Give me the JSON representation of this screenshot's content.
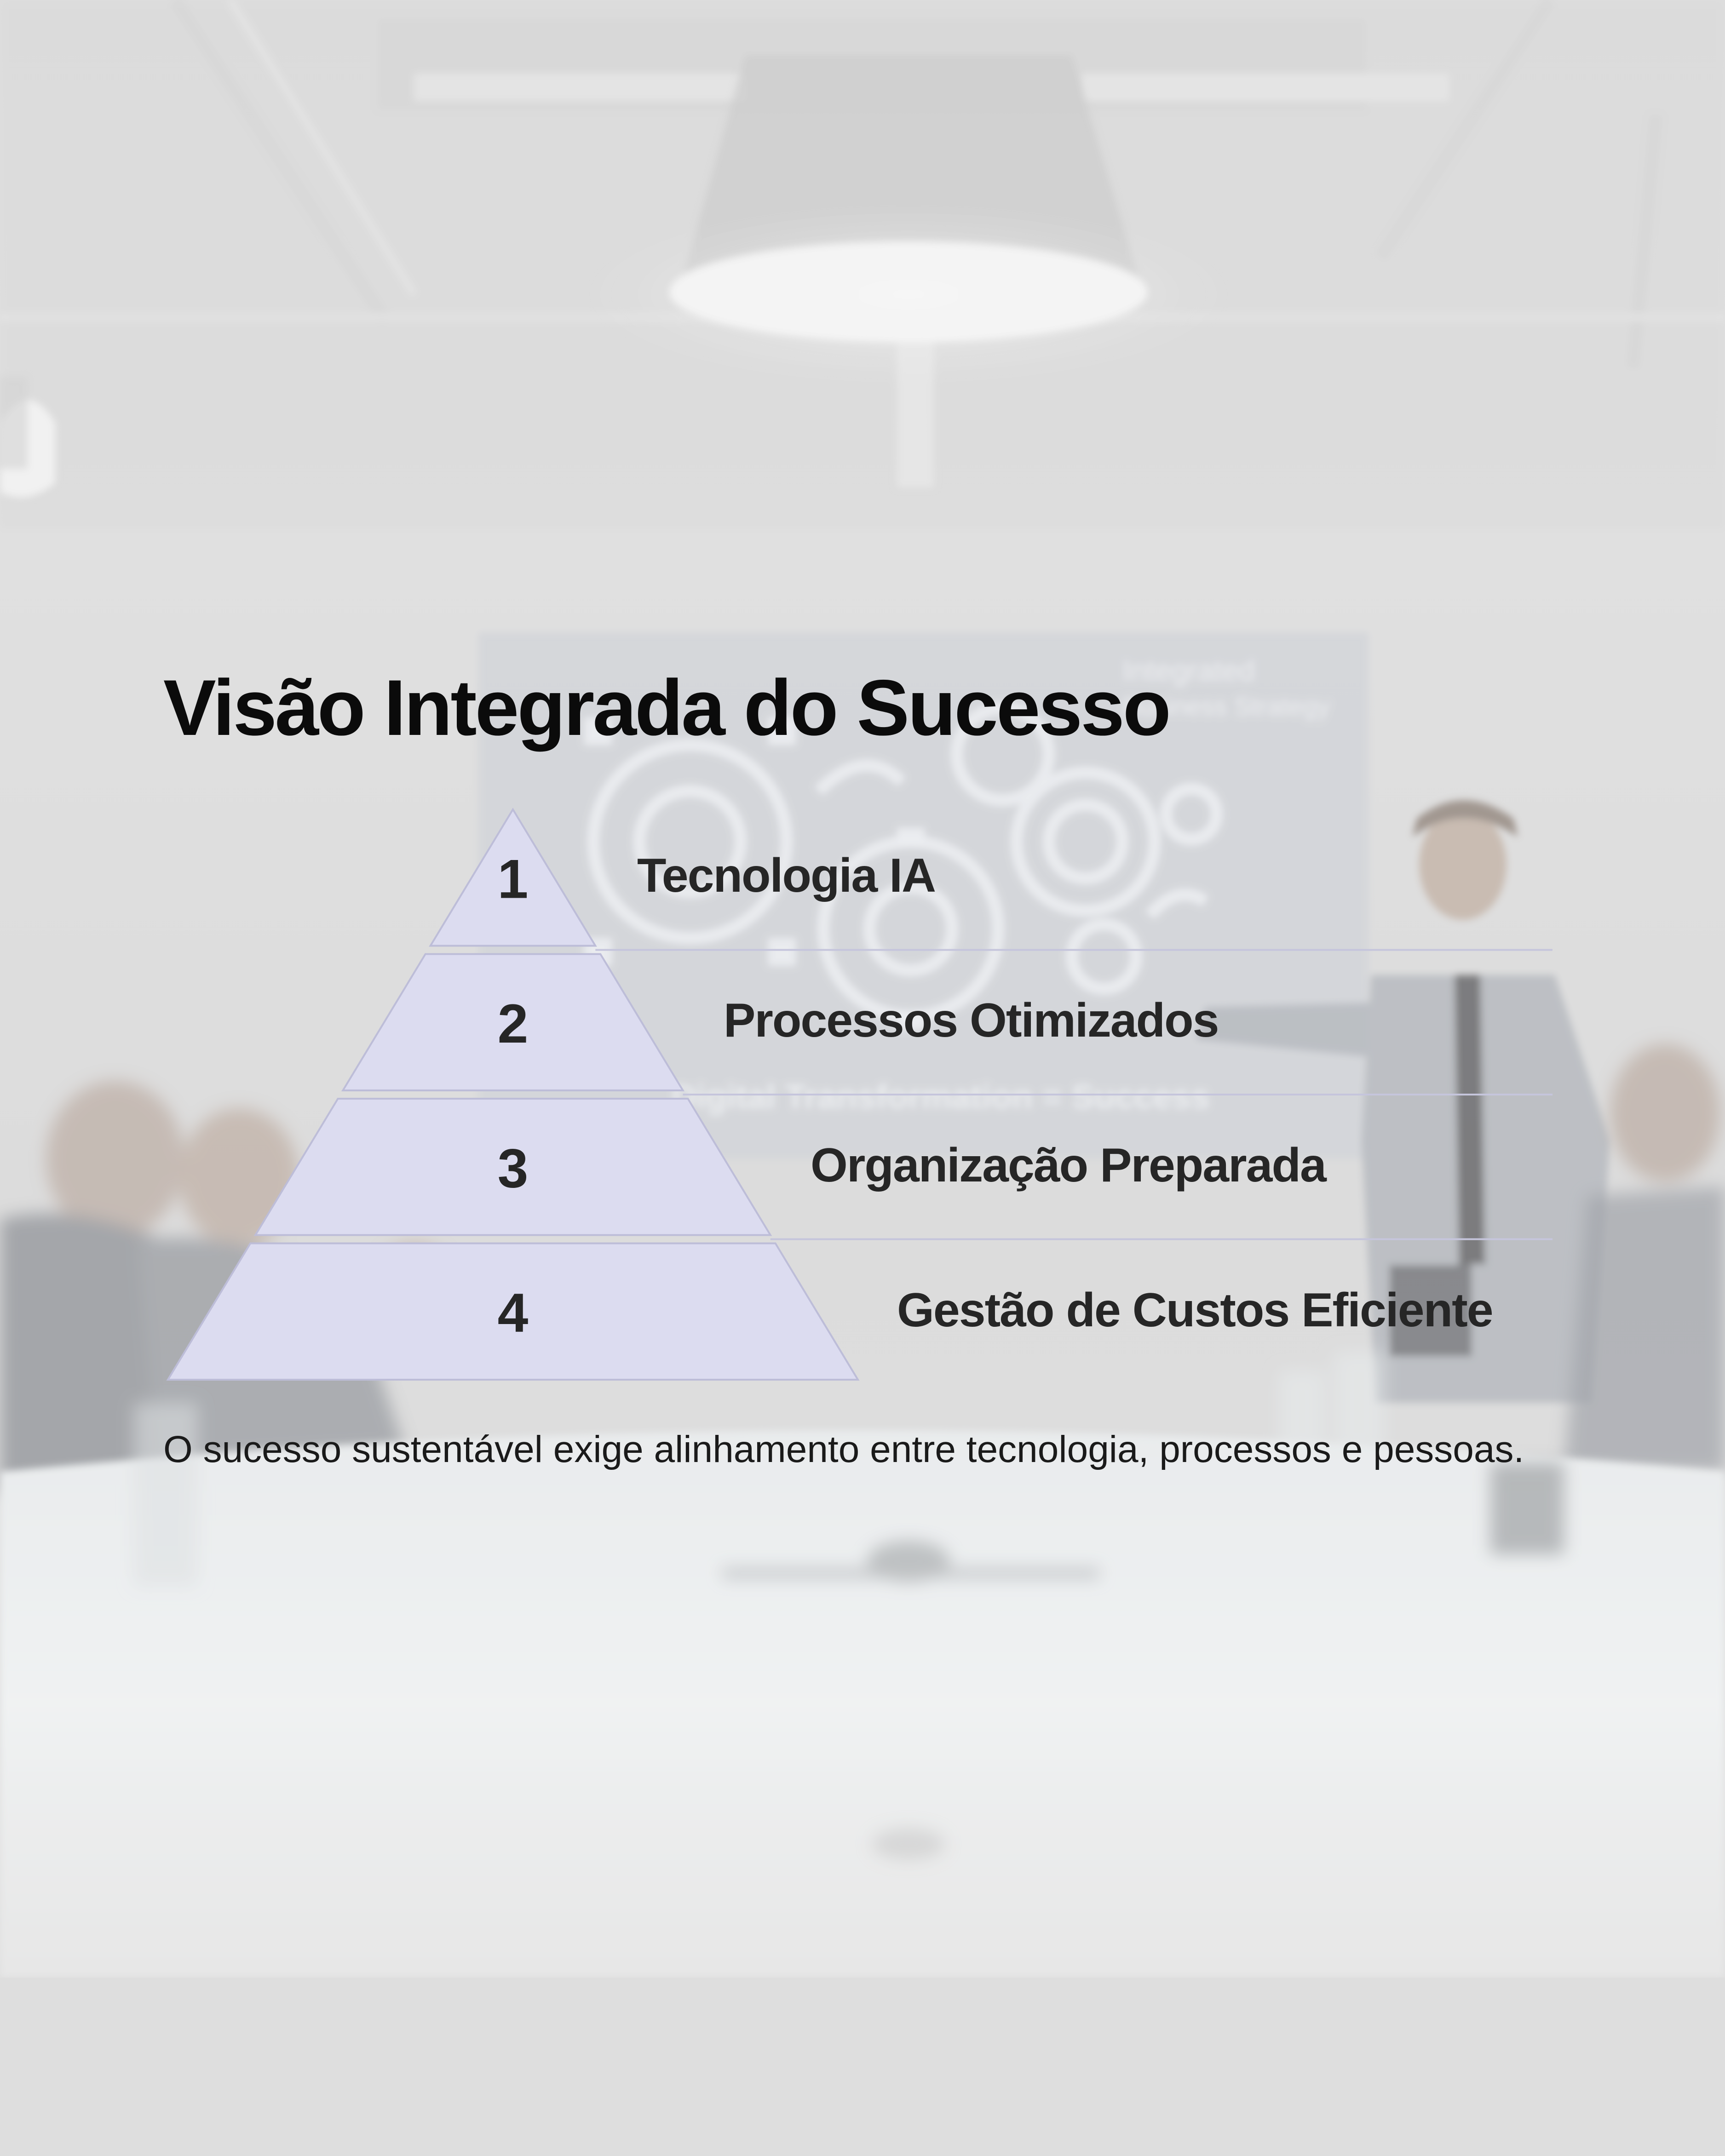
{
  "title": "Visão Integrada do Sucesso",
  "subtitle": "O sucesso sustentável exige alinhamento entre tecnologia, processos e pessoas.",
  "pyramid": {
    "tiers": [
      {
        "number": "1",
        "label": "Tecnologia IA"
      },
      {
        "number": "2",
        "label": "Processos Otimizados"
      },
      {
        "number": "3",
        "label": "Organização Preparada"
      },
      {
        "number": "4",
        "label": "Gestão de Custos Eficiente"
      }
    ],
    "colors": {
      "fill": "#dcdcf0",
      "stroke": "#bdbdd8",
      "divider": "#c5c5dc"
    }
  },
  "background": {
    "screen_text_line1": "Integrated",
    "screen_text_line2": "Business Strategy",
    "screen_text_bottom": "Digital Transformation = Success"
  }
}
